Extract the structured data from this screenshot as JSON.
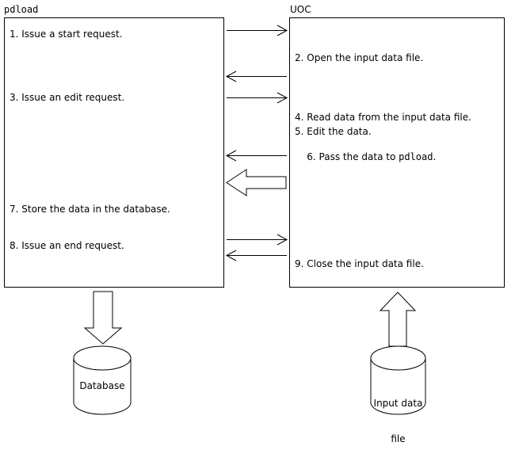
{
  "diagram": {
    "title_left_lane": "pdload",
    "title_right_lane": "UOC",
    "left_lane": {
      "label": "pdload",
      "steps": [
        {
          "id": "step-1",
          "text": "1. Issue a start request."
        },
        {
          "id": "step-3",
          "text": "3. Issue an edit request."
        },
        {
          "id": "step-7",
          "text": "7. Store the data in the database."
        },
        {
          "id": "step-8",
          "text": "8. Issue an end request."
        }
      ]
    },
    "right_lane": {
      "label": "UOC",
      "steps": [
        {
          "id": "step-2",
          "text": "2. Open the input data file."
        },
        {
          "id": "step-4",
          "text": "4. Read data from the input data file."
        },
        {
          "id": "step-5",
          "text": "5. Edit the data."
        },
        {
          "id": "step-6-prefix",
          "text": "6. Pass the data to "
        },
        {
          "id": "step-6-mono",
          "text": "pdload"
        },
        {
          "id": "step-6-suffix",
          "text": "."
        },
        {
          "id": "step-9",
          "text": "9. Close the input data file."
        }
      ]
    },
    "data_stores": [
      {
        "id": "database",
        "line1": "Database",
        "line2": ""
      },
      {
        "id": "input-data-file",
        "line1": "Input data",
        "line2": "file"
      }
    ],
    "flows": [
      {
        "id": "flow-1",
        "direction": "right",
        "kind": "thin",
        "from": "pdload",
        "to": "UOC"
      },
      {
        "id": "flow-2",
        "direction": "left",
        "kind": "thin",
        "from": "UOC",
        "to": "pdload"
      },
      {
        "id": "flow-3",
        "direction": "right",
        "kind": "thin",
        "from": "pdload",
        "to": "UOC"
      },
      {
        "id": "flow-4",
        "direction": "left",
        "kind": "thin",
        "from": "UOC",
        "to": "pdload"
      },
      {
        "id": "flow-5",
        "direction": "left",
        "kind": "block",
        "from": "UOC",
        "to": "pdload"
      },
      {
        "id": "flow-6",
        "direction": "right",
        "kind": "thin",
        "from": "pdload",
        "to": "UOC"
      },
      {
        "id": "flow-7",
        "direction": "left",
        "kind": "thin",
        "from": "UOC",
        "to": "pdload"
      },
      {
        "id": "flow-8",
        "direction": "down",
        "kind": "block",
        "from": "pdload",
        "to": "Database"
      },
      {
        "id": "flow-9",
        "direction": "up",
        "kind": "block",
        "from": "Input data file",
        "to": "UOC"
      }
    ],
    "colors": {
      "stroke": "#000000",
      "fill": "#ffffff",
      "background": "#ffffff"
    }
  }
}
